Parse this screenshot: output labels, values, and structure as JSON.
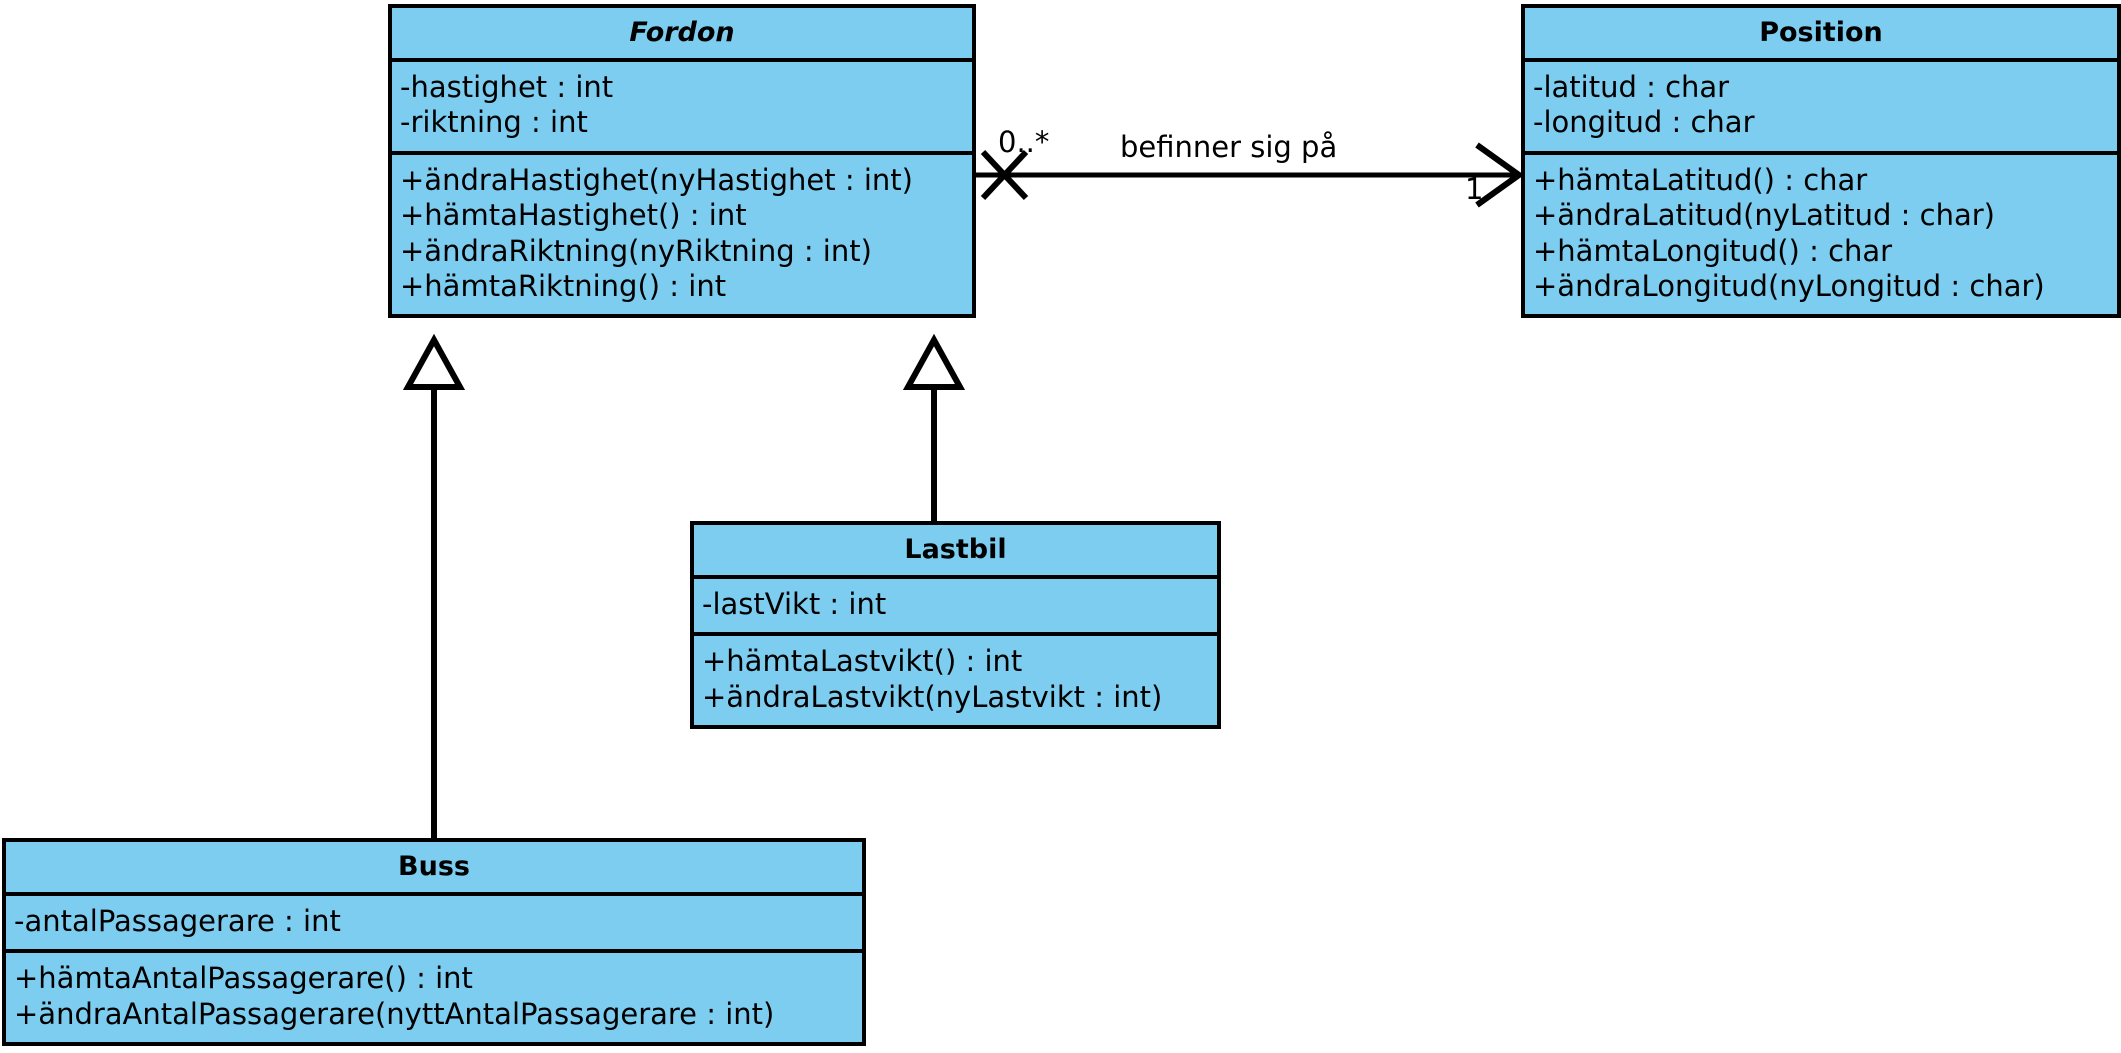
{
  "diagram": {
    "type": "uml-class-diagram",
    "language": "sv",
    "colors": {
      "class_fill": "#7ccdef",
      "stroke": "#000000",
      "background": "#ffffff"
    },
    "classes": [
      {
        "id": "fordon",
        "name": "Fordon",
        "abstract": true,
        "attributes": [
          "-hastighet : int",
          "-riktning : int"
        ],
        "operations": [
          "+ändraHastighet(nyHastighet : int)",
          "+hämtaHastighet() : int",
          "+ändraRiktning(nyRiktning : int)",
          "+hämtaRiktning() : int"
        ]
      },
      {
        "id": "position",
        "name": "Position",
        "abstract": false,
        "attributes": [
          "-latitud : char",
          "-longitud : char"
        ],
        "operations": [
          "+hämtaLatitud() : char",
          "+ändraLatitud(nyLatitud : char)",
          "+hämtaLongitud() : char",
          "+ändraLongitud(nyLongitud : char)"
        ]
      },
      {
        "id": "lastbil",
        "name": "Lastbil",
        "abstract": false,
        "attributes": [
          "-lastVikt : int"
        ],
        "operations": [
          "+hämtaLastvikt() : int",
          "+ändraLastvikt(nyLastvikt : int)"
        ]
      },
      {
        "id": "buss",
        "name": "Buss",
        "abstract": false,
        "attributes": [
          "-antalPassagerare : int"
        ],
        "operations": [
          "+hämtaAntalPassagerare() : int",
          "+ändraAntalPassagerare(nyttAntalPassagerare : int)"
        ]
      }
    ],
    "associations": [
      {
        "id": "fordon-position",
        "kind": "association",
        "source": "Fordon",
        "target": "Position",
        "label": "befinner sig på",
        "source_multiplicity": "0..*",
        "target_multiplicity": "1",
        "source_end_marker": "cross",
        "target_end_marker": "open-arrow"
      }
    ],
    "generalizations": [
      {
        "id": "lastbil-fordon",
        "kind": "generalization",
        "subclass": "Lastbil",
        "superclass": "Fordon",
        "arrowhead": "hollow-triangle"
      },
      {
        "id": "buss-fordon",
        "kind": "generalization",
        "subclass": "Buss",
        "superclass": "Fordon",
        "arrowhead": "hollow-triangle"
      }
    ]
  }
}
